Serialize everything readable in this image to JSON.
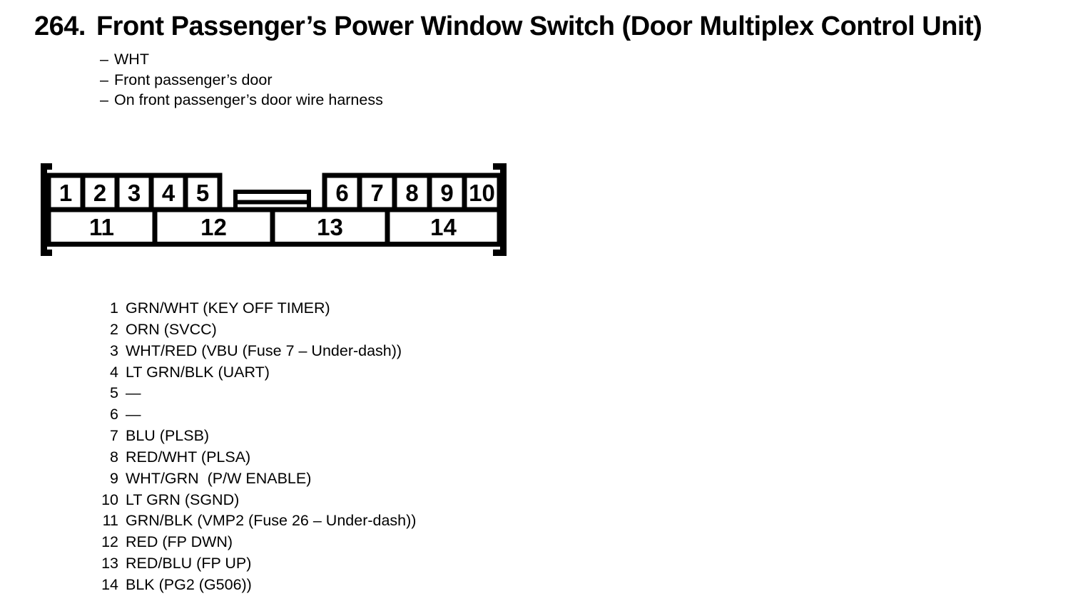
{
  "page": {
    "background": "#ffffff",
    "ink": "#000000"
  },
  "title": {
    "number": "264.",
    "text": "Front Passenger’s Power Window Switch (Door Multiplex Control Unit)"
  },
  "notes": {
    "bullet": "–",
    "items": [
      "WHT",
      "Front passenger’s door",
      "On front passenger’s door wire harness"
    ]
  },
  "connector": {
    "top_left_cells": [
      "1",
      "2",
      "3",
      "4",
      "5"
    ],
    "top_right_cells": [
      "6",
      "7",
      "8",
      "9",
      "10"
    ],
    "bottom_cells": [
      "11",
      "12",
      "13",
      "14"
    ]
  },
  "pins": [
    {
      "num": "1",
      "label": "GRN/WHT (KEY OFF TIMER)"
    },
    {
      "num": "2",
      "label": "ORN (SVCC)"
    },
    {
      "num": "3",
      "label": "WHT/RED (VBU (Fuse 7 – Under-dash))"
    },
    {
      "num": "4",
      "label": "LT GRN/BLK (UART)"
    },
    {
      "num": "5",
      "label": "—"
    },
    {
      "num": "6",
      "label": "—"
    },
    {
      "num": "7",
      "label": "BLU (PLSB)"
    },
    {
      "num": "8",
      "label": "RED/WHT (PLSA)"
    },
    {
      "num": "9",
      "label": "WHT/GRN  (P/W ENABLE)"
    },
    {
      "num": "10",
      "label": "LT GRN (SGND)"
    },
    {
      "num": "11",
      "label": "GRN/BLK (VMP2 (Fuse 26 – Under-dash))"
    },
    {
      "num": "12",
      "label": "RED (FP DWN)"
    },
    {
      "num": "13",
      "label": "RED/BLU (FP UP)"
    },
    {
      "num": "14",
      "label": "BLK (PG2 (G506))"
    }
  ]
}
